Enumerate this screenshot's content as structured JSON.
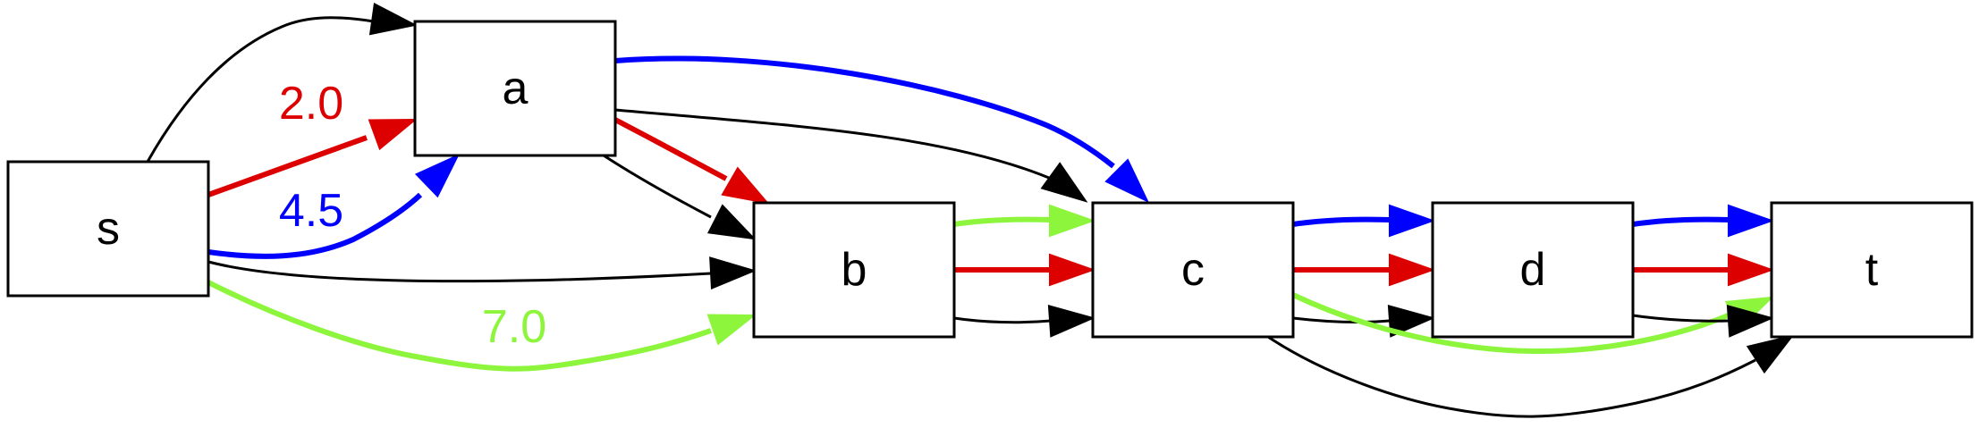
{
  "colors": {
    "black": "#000000",
    "red": "#dd0000",
    "blue": "#0000ff",
    "green": "#8cf53c"
  },
  "nodes": {
    "s": {
      "label": "s"
    },
    "a": {
      "label": "a"
    },
    "b": {
      "label": "b"
    },
    "c": {
      "label": "c"
    },
    "d": {
      "label": "d"
    },
    "t": {
      "label": "t"
    }
  },
  "edge_labels": {
    "red": "2.0",
    "blue": "4.5",
    "green": "7.0"
  },
  "edges": [
    {
      "from": "s",
      "to": "a",
      "color": "black"
    },
    {
      "from": "s",
      "to": "a",
      "color": "red"
    },
    {
      "from": "s",
      "to": "a",
      "color": "blue"
    },
    {
      "from": "s",
      "to": "b",
      "color": "black"
    },
    {
      "from": "s",
      "to": "b",
      "color": "green"
    },
    {
      "from": "a",
      "to": "c",
      "color": "blue"
    },
    {
      "from": "a",
      "to": "c",
      "color": "black"
    },
    {
      "from": "a",
      "to": "b",
      "color": "red"
    },
    {
      "from": "a",
      "to": "b",
      "color": "black"
    },
    {
      "from": "b",
      "to": "c",
      "color": "green"
    },
    {
      "from": "b",
      "to": "c",
      "color": "red"
    },
    {
      "from": "b",
      "to": "c",
      "color": "black"
    },
    {
      "from": "c",
      "to": "d",
      "color": "blue"
    },
    {
      "from": "c",
      "to": "d",
      "color": "red"
    },
    {
      "from": "c",
      "to": "d",
      "color": "black"
    },
    {
      "from": "c",
      "to": "t",
      "color": "green"
    },
    {
      "from": "c",
      "to": "t",
      "color": "black"
    },
    {
      "from": "d",
      "to": "t",
      "color": "blue"
    },
    {
      "from": "d",
      "to": "t",
      "color": "red"
    },
    {
      "from": "d",
      "to": "t",
      "color": "black"
    }
  ]
}
